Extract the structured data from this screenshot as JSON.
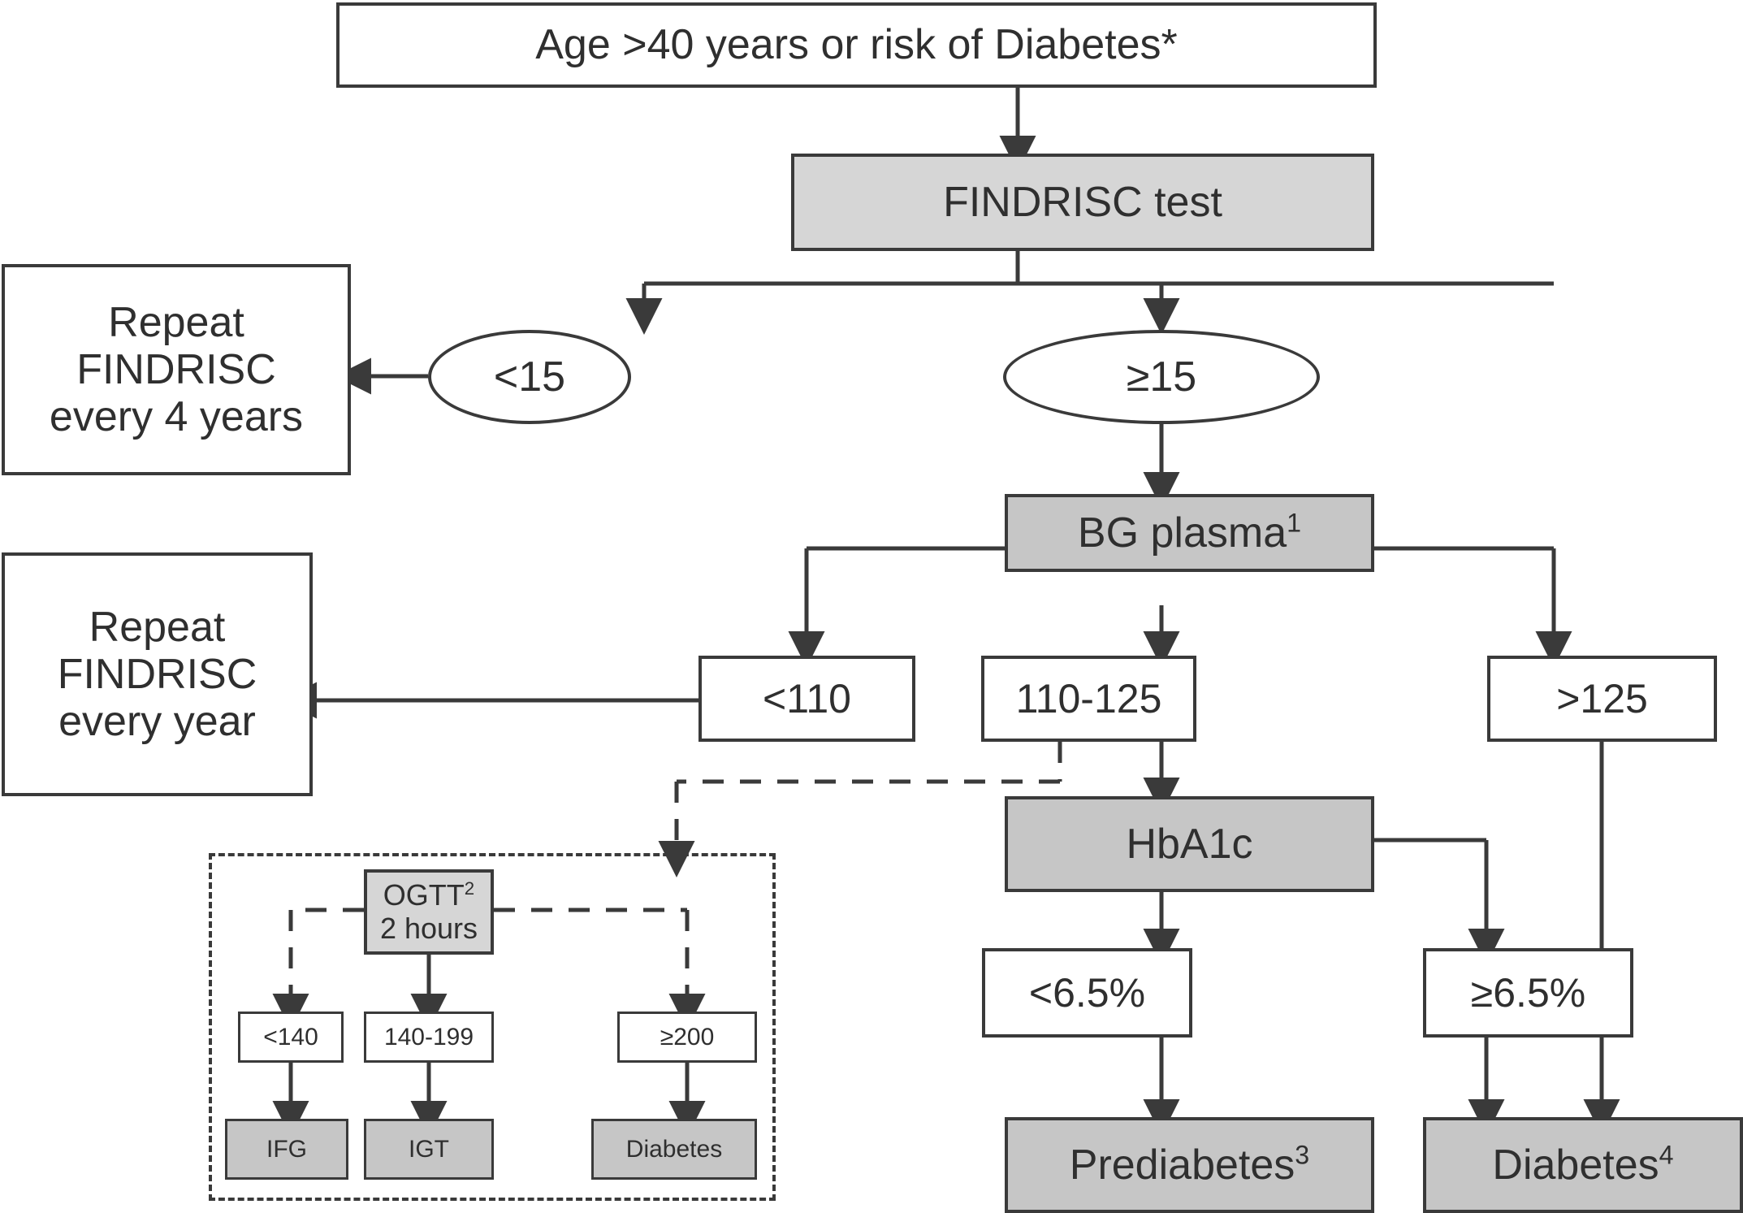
{
  "figure": {
    "type": "flowchart",
    "title": "Diabetes screening and diagnosis algorithm",
    "colors": {
      "stroke": "#3a3a3a",
      "text": "#2f2f2f",
      "fill_light_gray": "#d6d6d6",
      "fill_dark_gray": "#c6c6c6",
      "background": "#ffffff"
    }
  },
  "nodes": {
    "entry": {
      "text": "Age >40 years or risk of Diabetes*"
    },
    "findrisc_test": {
      "text": "FINDRISC test"
    },
    "score_lt15": {
      "text": "<15"
    },
    "score_ge15": {
      "text": "≥15"
    },
    "repeat_4_years": {
      "line1": "Repeat",
      "line2": "FINDRISC",
      "line3": "every 4 years"
    },
    "repeat_every_year": {
      "line1": "Repeat",
      "line2": "FINDRISC",
      "line3": "every year"
    },
    "bg_plasma": {
      "text": "BG plasma",
      "sup": "1"
    },
    "bg_lt110": {
      "text": "<110"
    },
    "bg_110_125": {
      "text": "110-125"
    },
    "bg_gt125": {
      "text": ">125"
    },
    "hba1c": {
      "text": "HbA1c"
    },
    "hba1c_lt65": {
      "text": "<6.5%"
    },
    "hba1c_ge65": {
      "text": "≥6.5%"
    },
    "prediabetes": {
      "text": "Prediabetes",
      "sup": "3"
    },
    "diabetes_main": {
      "text": "Diabetes",
      "sup": "4"
    },
    "ogtt": {
      "line1": "OGTT",
      "sup": "2",
      "line2": "2 hours"
    },
    "ogtt_lt140": {
      "text": "<140"
    },
    "ogtt_140_199": {
      "text": "140-199"
    },
    "ogtt_ge200": {
      "text": "≥200"
    },
    "ifg": {
      "text": "IFG"
    },
    "igt": {
      "text": "IGT"
    },
    "diabetes_ogtt": {
      "text": "Diabetes"
    }
  },
  "edges": [
    {
      "from": "entry",
      "to": "findrisc_test",
      "style": "solid"
    },
    {
      "from": "findrisc_test",
      "to": "score_lt15",
      "style": "solid"
    },
    {
      "from": "findrisc_test",
      "to": "score_ge15",
      "style": "solid"
    },
    {
      "from": "score_lt15",
      "to": "repeat_4_years",
      "style": "solid"
    },
    {
      "from": "score_ge15",
      "to": "bg_plasma",
      "style": "solid"
    },
    {
      "from": "bg_plasma",
      "to": "bg_lt110",
      "style": "solid"
    },
    {
      "from": "bg_plasma",
      "to": "bg_110_125",
      "style": "solid"
    },
    {
      "from": "bg_plasma",
      "to": "bg_gt125",
      "style": "solid"
    },
    {
      "from": "bg_lt110",
      "to": "repeat_every_year",
      "style": "solid"
    },
    {
      "from": "bg_110_125",
      "to": "hba1c",
      "style": "solid"
    },
    {
      "from": "bg_110_125",
      "to": "ogtt_group",
      "style": "dashed"
    },
    {
      "from": "hba1c",
      "to": "hba1c_lt65",
      "style": "solid"
    },
    {
      "from": "hba1c",
      "to": "hba1c_ge65",
      "style": "solid"
    },
    {
      "from": "hba1c_lt65",
      "to": "prediabetes",
      "style": "solid"
    },
    {
      "from": "hba1c_ge65",
      "to": "diabetes_main",
      "style": "solid"
    },
    {
      "from": "bg_gt125",
      "to": "diabetes_main",
      "style": "solid"
    },
    {
      "from": "ogtt",
      "to": "ogtt_lt140",
      "style": "dashed"
    },
    {
      "from": "ogtt",
      "to": "ogtt_140_199",
      "style": "solid"
    },
    {
      "from": "ogtt",
      "to": "ogtt_ge200",
      "style": "dashed"
    },
    {
      "from": "ogtt_lt140",
      "to": "ifg",
      "style": "solid"
    },
    {
      "from": "ogtt_140_199",
      "to": "igt",
      "style": "solid"
    },
    {
      "from": "ogtt_ge200",
      "to": "diabetes_ogtt",
      "style": "solid"
    }
  ]
}
